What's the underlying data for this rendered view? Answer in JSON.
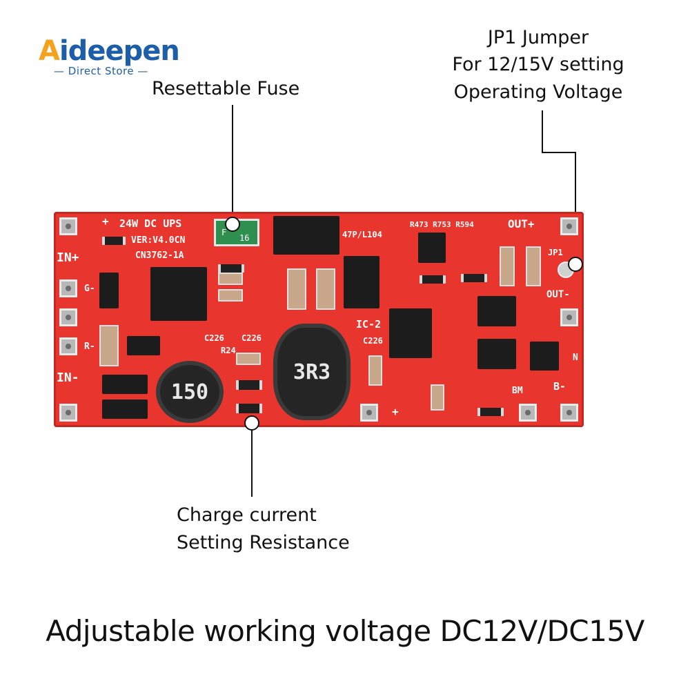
{
  "logo": {
    "brand": "Aideepen",
    "brand_first": "A",
    "brand_rest": "ideepen",
    "subtitle": "— Direct Store —"
  },
  "callouts": {
    "fuse": "Resettable Fuse",
    "jumper_line1": "JP1 Jumper",
    "jumper_line2": "For 12/15V setting",
    "jumper_line3": "Operating Voltage",
    "charge_line1": "Charge current",
    "charge_line2": "Setting Resistance"
  },
  "headline": "Adjustable working voltage DC12V/DC15V",
  "board": {
    "title": "24W DC UPS",
    "version": "VER:V4.0CN",
    "ic_label": "CN3762-1A",
    "in_plus": "IN+",
    "in_minus": "IN-",
    "out_plus": "OUT+",
    "out_minus": "OUT-",
    "b_minus": "B-",
    "jp1": "JP1",
    "ic2": "IC-2",
    "r24": "R24",
    "cap_c226": "C226",
    "coil_left": "150",
    "coil_right": "3R3",
    "resistors": "R473 R753 R594",
    "c47p": "47P/L104",
    "fuse_mark": "F",
    "fuse_value": "16",
    "g_minus": "G-",
    "r_minus": "R-",
    "n_mark": "N",
    "bm": "BM",
    "plus": "+"
  },
  "colors": {
    "board": "#e8352e",
    "logo_orange": "#f4a21c",
    "logo_blue": "#1c5ea8"
  }
}
